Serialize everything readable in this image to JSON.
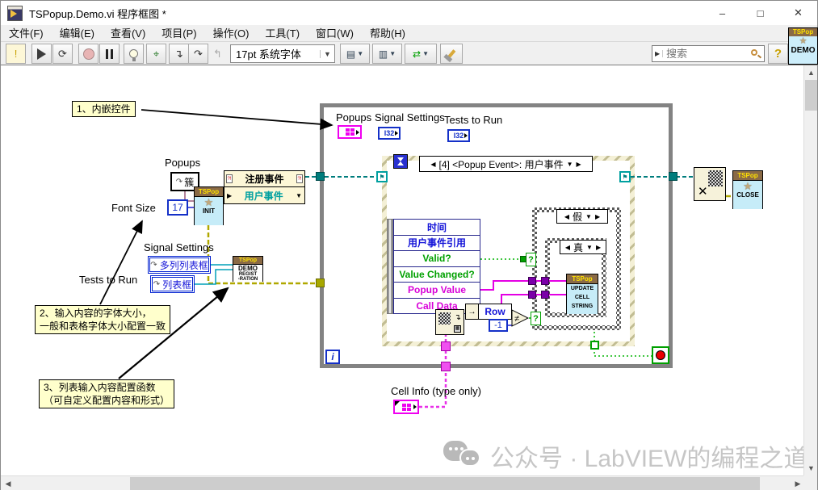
{
  "window": {
    "title": "TSPopup.Demo.vi 程序框图 *",
    "controls": {
      "minimize": "–",
      "maximize": "□",
      "close": "✕"
    },
    "vi_icon": {
      "top": "TSPop",
      "label": "DEMO"
    }
  },
  "menu": {
    "items": [
      "文件(F)",
      "编辑(E)",
      "查看(V)",
      "项目(P)",
      "操作(O)",
      "工具(T)",
      "窗口(W)",
      "帮助(H)"
    ]
  },
  "toolbar": {
    "font": "17pt 系统字体",
    "search_placeholder": "搜索",
    "help": "?",
    "warning": "!"
  },
  "icons": {
    "left_tri": "◀",
    "right_tri": "▶",
    "dropdown": "▼",
    "small_right": "▶",
    "curved_arrow": "↷",
    "not_equal": "≠",
    "row_arrow": "→",
    "x_mark": "✕"
  },
  "diagram": {
    "annotation1": "1、内嵌控件",
    "annotation2": [
      "2、输入内容的字体大小，",
      "一般和表格字体大小配置一致"
    ],
    "annotation3": [
      "3、列表输入内容配置函数",
      "（可自定义配置内容和形式）"
    ],
    "labels": {
      "popups": "Popups",
      "font_size": "Font Size",
      "signal_settings": "Signal Settings",
      "tests_to_run": "Tests to Run",
      "cell_info": "Cell Info (type only)"
    },
    "constants": {
      "cluster": "簇",
      "font_size_value": "17",
      "multicolumn_listbox": "多列列表框",
      "listbox": "列表框",
      "minus_one": "-1"
    },
    "register_events": {
      "title": "注册事件",
      "event_source": "用户事件"
    },
    "tspop": {
      "brand": "TSPop",
      "init": "INIT",
      "demo_registration": [
        "DEMO",
        "REGIST",
        "-RATION"
      ],
      "update_cell_string": [
        "UPDATE",
        "CELL",
        "STRING"
      ],
      "close": "CLOSE"
    },
    "event_structure": {
      "header": "[4] <Popup Event>: 用户事件",
      "fields": [
        "时间",
        "用户事件引用",
        "Valid?",
        "Value Changed?",
        "Popup Value",
        "Call Data"
      ]
    },
    "unbundle": {
      "row": "Row"
    },
    "cases": {
      "false_case": "假",
      "true_case": "真"
    },
    "loop": {
      "iteration": "i"
    },
    "terminal_i32": "I32",
    "watermark": "公众号 · LabVIEW的编程之道"
  }
}
